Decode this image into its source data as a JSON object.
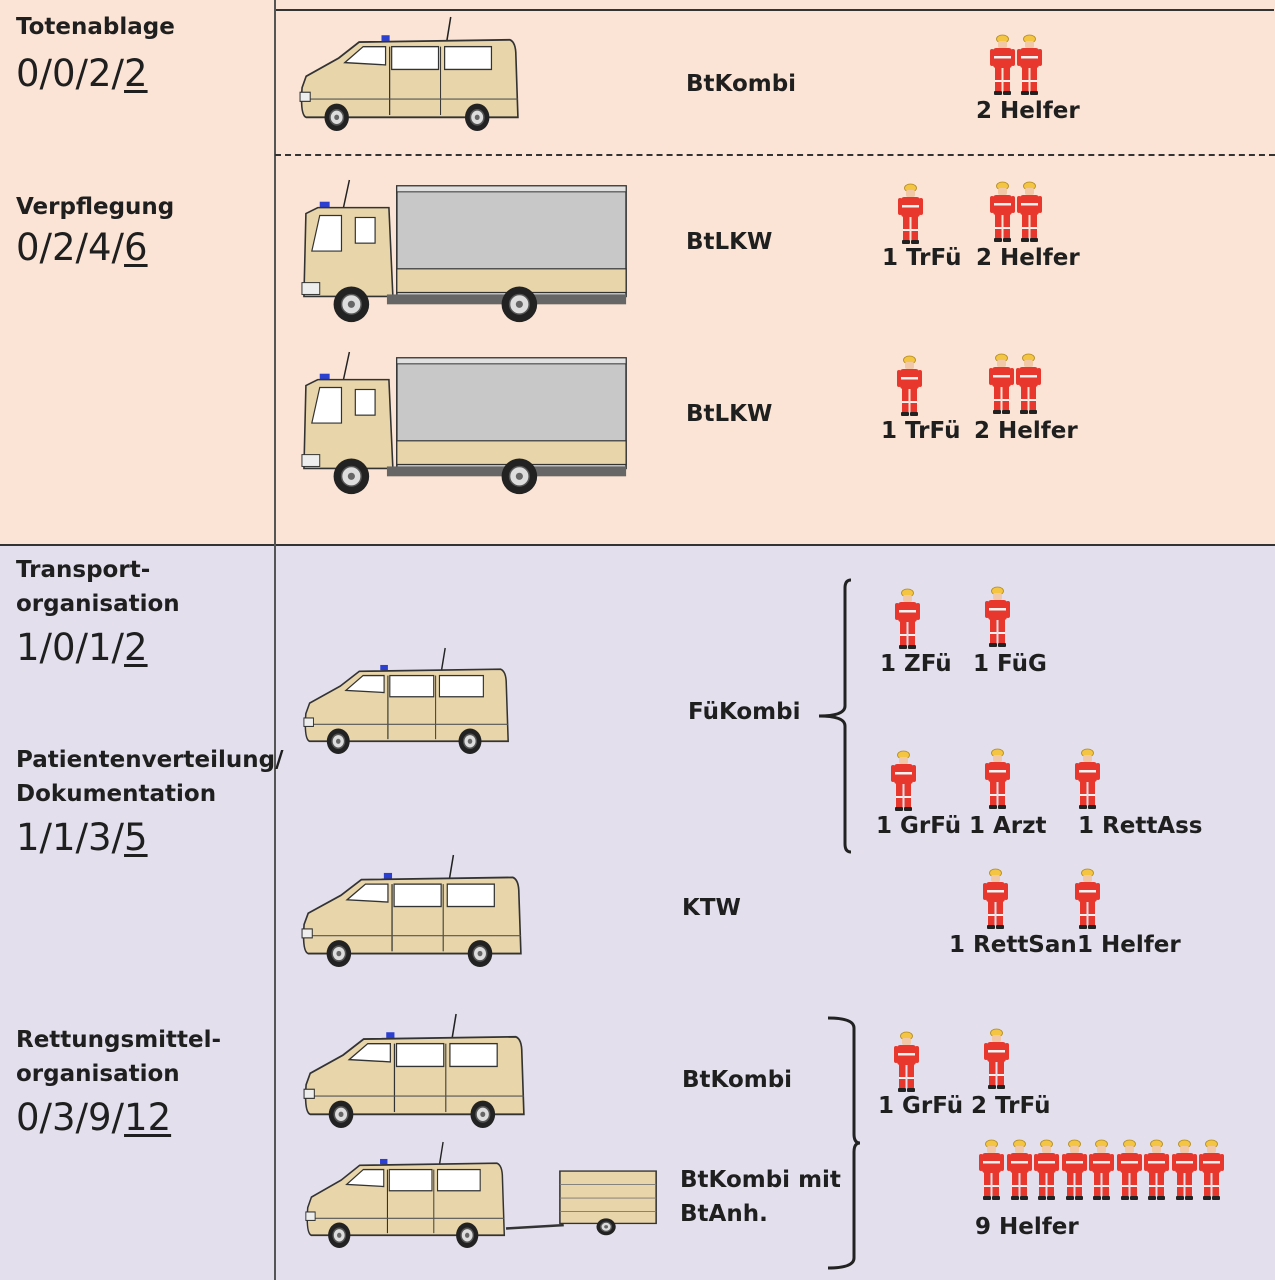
{
  "sections": [
    {
      "name": "Totenablage",
      "code": {
        "pre": "0/0/2/",
        "total": "2"
      }
    },
    {
      "name": "Verpflegung",
      "code": {
        "pre": "0/2/4/",
        "total": "6"
      }
    },
    {
      "name_lines": [
        "Transport-",
        "organisation"
      ],
      "code": {
        "pre": "1/0/1/",
        "total": "2"
      }
    },
    {
      "name_lines": [
        "Patientenverteilung/",
        "Dokumentation"
      ],
      "code": {
        "pre": "1/1/3/",
        "total": "5"
      }
    },
    {
      "name_lines": [
        "Rettungsmittel-",
        "organisation"
      ],
      "code": {
        "pre": "0/3/9/",
        "total": "12"
      }
    }
  ],
  "vehicles": {
    "v1": "BtKombi",
    "v2": "BtLKW",
    "v3": "BtLKW",
    "v4": "FüKombi",
    "v5": "KTW",
    "v6": "BtKombi",
    "v7_line1": "BtKombi mit",
    "v7_line2": "BtAnh."
  },
  "personnel": {
    "p1": "2 Helfer",
    "p2a": "1 TrFü",
    "p2b": "2 Helfer",
    "p3a": "1 TrFü",
    "p3b": "2 Helfer",
    "p4a": "1 ZFü",
    "p4b": "1 FüG",
    "p4c": "1 GrFü",
    "p4d": "1 Arzt",
    "p4e": "1 RettAss",
    "p5a": "1 RettSan",
    "p5b": "1 Helfer",
    "p6a": "1 GrFü",
    "p6b": "2 TrFü",
    "p6c": "9 Helfer"
  },
  "colors": {
    "top_bg": "#fbe4d5",
    "bottom_bg": "#e4dfec",
    "vehicle": "#e8d5a9",
    "uniform": "#e8382d"
  }
}
